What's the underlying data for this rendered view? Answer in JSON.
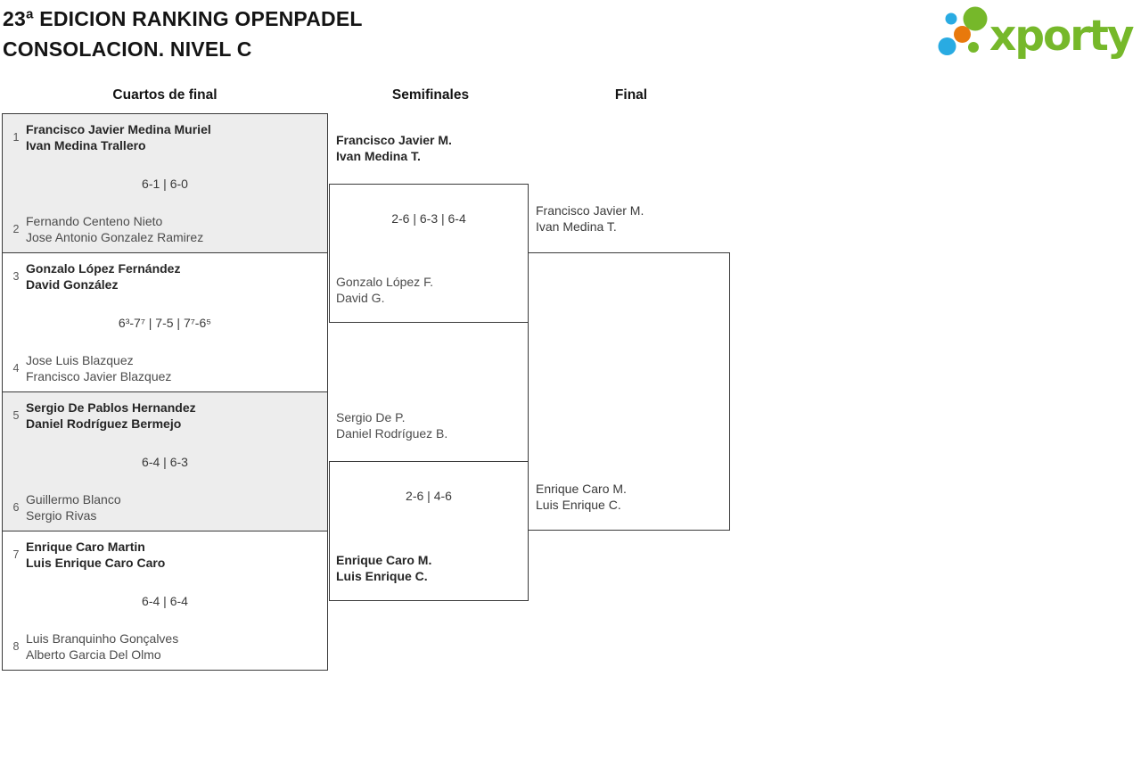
{
  "header": {
    "title_line1": "23ª EDICION RANKING OPENPADEL",
    "title_line2": "CONSOLACION. NIVEL C"
  },
  "logo": {
    "text": "xporty",
    "green": "#76b82a",
    "blue": "#29abe2",
    "orange": "#e8790c"
  },
  "rounds": {
    "quarterfinals_label": "Cuartos de final",
    "semifinals_label": "Semifinales",
    "final_label": "Final"
  },
  "quarterfinals": [
    {
      "seed_top": "1",
      "team_top": [
        "Francisco Javier Medina Muriel",
        "Ivan Medina Trallero"
      ],
      "team_top_winner": true,
      "score": "6-1 | 6-0",
      "seed_bottom": "2",
      "team_bottom": [
        "Fernando Centeno Nieto",
        "Jose Antonio Gonzalez Ramirez"
      ],
      "team_bottom_winner": false
    },
    {
      "seed_top": "3",
      "team_top": [
        "Gonzalo López Fernández",
        "David González"
      ],
      "team_top_winner": true,
      "score": "6³-7⁷ | 7-5 | 7⁷-6⁵",
      "seed_bottom": "4",
      "team_bottom": [
        "Jose Luis Blazquez",
        "Francisco Javier Blazquez"
      ],
      "team_bottom_winner": false
    },
    {
      "seed_top": "5",
      "team_top": [
        "Sergio De Pablos Hernandez",
        "Daniel Rodríguez Bermejo"
      ],
      "team_top_winner": true,
      "score": "6-4 | 6-3",
      "seed_bottom": "6",
      "team_bottom": [
        "Guillermo Blanco",
        "Sergio Rivas"
      ],
      "team_bottom_winner": false
    },
    {
      "seed_top": "7",
      "team_top": [
        "Enrique Caro Martin",
        "Luis Enrique Caro Caro"
      ],
      "team_top_winner": true,
      "score": "6-4 | 6-4",
      "seed_bottom": "8",
      "team_bottom": [
        "Luis Branquinho Gonçalves",
        "Alberto Garcia Del Olmo"
      ],
      "team_bottom_winner": false
    }
  ],
  "semifinals": [
    {
      "team_top": [
        "Francisco Javier M.",
        "Ivan Medina T."
      ],
      "team_top_winner": true,
      "score": "2-6 | 6-3 | 6-4",
      "team_bottom": [
        "Gonzalo López F.",
        "David G."
      ],
      "team_bottom_winner": false
    },
    {
      "team_top": [
        "Sergio De P.",
        "Daniel Rodríguez B."
      ],
      "team_top_winner": false,
      "score": "2-6 | 4-6",
      "team_bottom": [
        "Enrique Caro M.",
        "Luis Enrique C."
      ],
      "team_bottom_winner": true
    }
  ],
  "final": {
    "team_top": [
      "Francisco Javier M.",
      "Ivan Medina T."
    ],
    "team_bottom": [
      "Enrique Caro M.",
      "Luis Enrique C."
    ]
  }
}
